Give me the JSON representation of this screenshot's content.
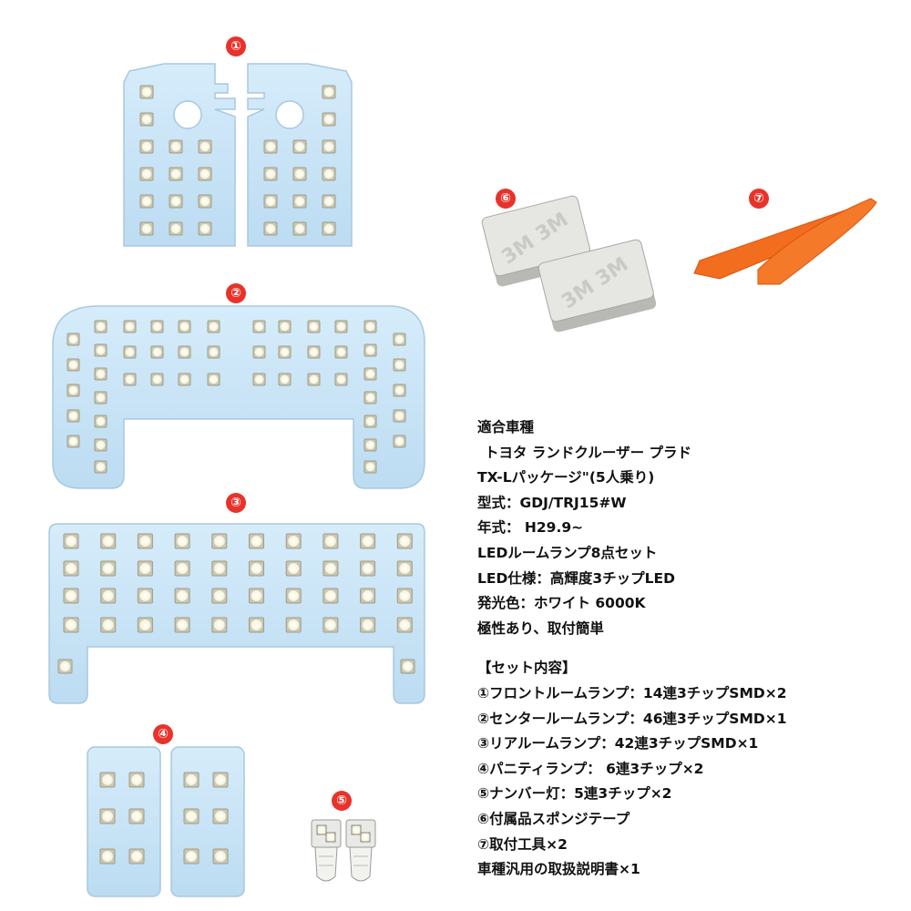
{
  "badges": {
    "b1": "①",
    "b2": "②",
    "b3": "③",
    "b4": "④",
    "b5": "⑤",
    "b6": "⑥",
    "b7": "⑦"
  },
  "colors": {
    "board": "#cde6f7",
    "led": "#f6f3dc",
    "pad": "#d2d2cf",
    "tool": "#f26d1e",
    "badge": "#e8322a"
  },
  "spec": {
    "line1": "適合車種",
    "line2": "トヨタ ランドクルーザー プラド",
    "line3": "TX-Lパッケージ\"(5人乗り)",
    "line4": "型式：GDJ/TRJ15#W",
    "line5": "年式： H29.9~",
    "line6": "LEDルームランプ8点セット",
    "line7": "LED仕様：高輝度3チップLED",
    "line8": "発光色：ホワイト 6000K",
    "line9": "極性あり、取付簡単"
  },
  "set": {
    "heading": "【セット内容】",
    "items": [
      "①フロントルームランプ：14連3チップSMD×2",
      "②センタールームランプ：46連3チップSMD×1",
      "③リアルームランプ：42連3チップSMD×1",
      "④パニティランプ： 6連3チップ×2",
      "⑤ナンバー灯：5連3チップ×2",
      "⑥付属品スポンジテープ",
      "⑦取付工具×2",
      "車種汎用の取扱説明書×1"
    ]
  }
}
